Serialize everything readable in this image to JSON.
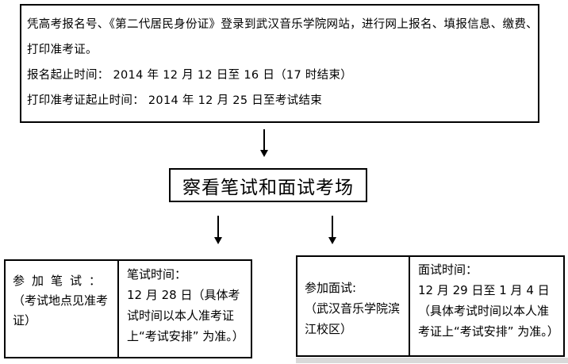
{
  "flowchart": {
    "top_box": {
      "lines": [
        "凭高考报名号、《第二代居民身份证》登录到武汉音乐学院网站，进行网上报名、填报信息、缴费、",
        "打印准考证。",
        "报名起止时间： 2014 年 12 月 12 日至 16 日（17 时结束）",
        "打印准考证起止时间： 2014 年 12 月 25 日至考试结束"
      ]
    },
    "middle_box": {
      "label": "察看笔试和面试考场"
    },
    "written_exam_table": {
      "participate_cell": {
        "title": "参加笔试：",
        "note": "（考试地点见准考证）"
      },
      "time_cell": {
        "title": "笔试时间：",
        "body": "12 月 28 日（具体考试时间以本人准考证上“考试安排” 为准。）"
      }
    },
    "interview_table": {
      "participate_cell": {
        "title": "参加面试:",
        "note": "（武汉音乐学院滨江校区）"
      },
      "time_cell": {
        "title": "面试时间：",
        "body": "12 月 29 日至 1 月 4 日（具体考试时间以本人准考证上“考试安排”  为准。）"
      }
    }
  },
  "colors": {
    "border": "#000000",
    "text": "#000000",
    "background": "#ffffff",
    "scan_artifact": "#d9d9d9"
  }
}
